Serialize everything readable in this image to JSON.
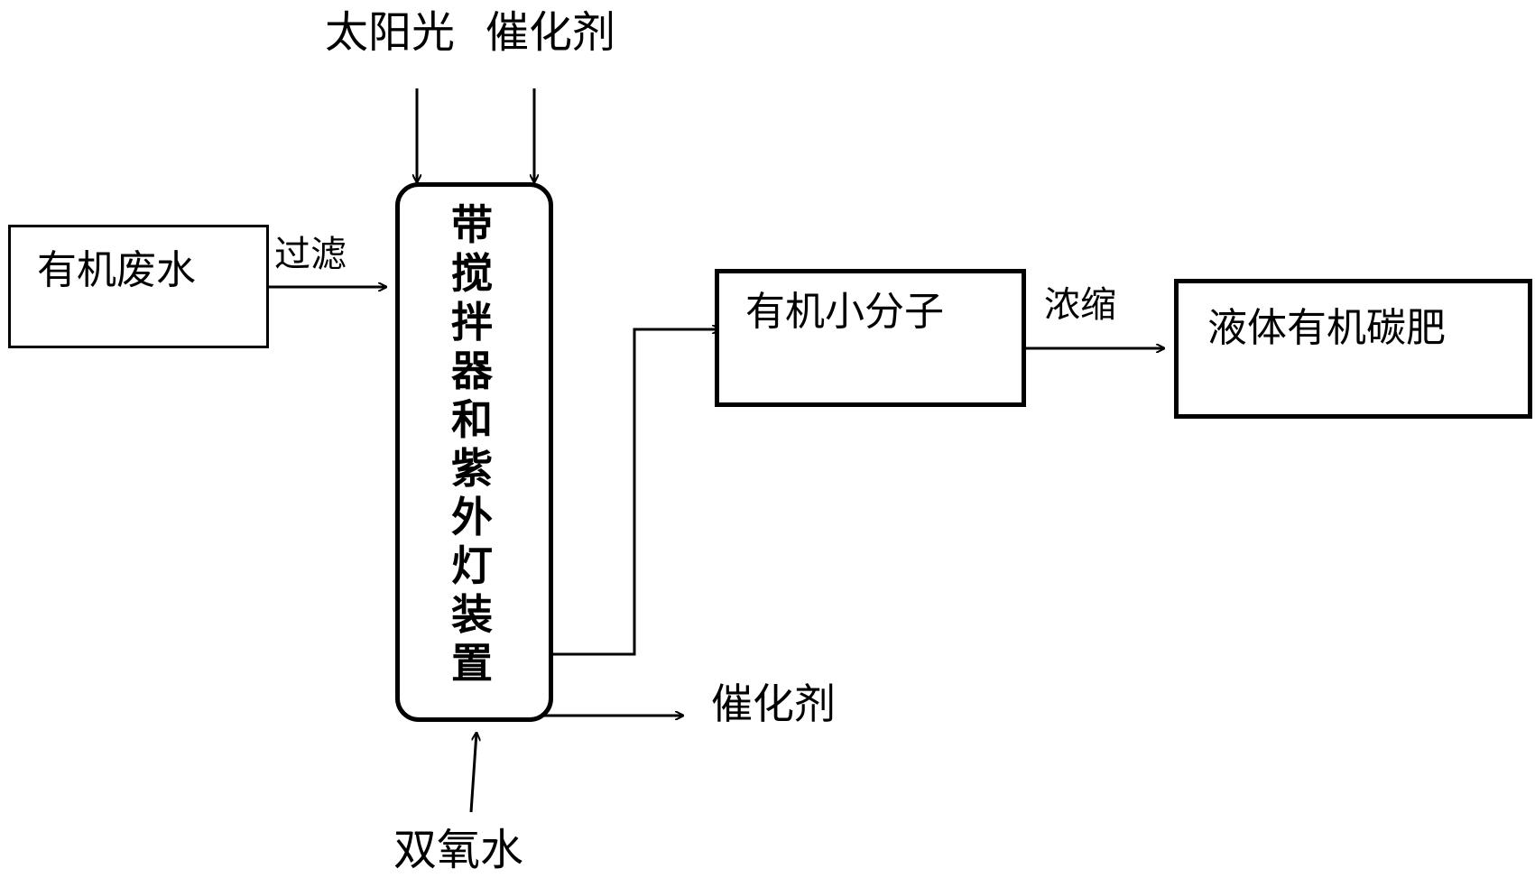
{
  "inputs_top": {
    "sunlight": "太阳光",
    "catalyst": "催化剂"
  },
  "input_bottom": {
    "hydrogen_peroxide": "双氧水"
  },
  "boxes": {
    "wastewater": "有机废水",
    "reactor": "带搅拌器和紫外灯装置",
    "small_molecules": "有机小分子",
    "fertilizer": "液体有机碳肥"
  },
  "edges": {
    "filter": "过滤",
    "concentrate": "浓缩",
    "catalyst_out": "催化剂"
  }
}
